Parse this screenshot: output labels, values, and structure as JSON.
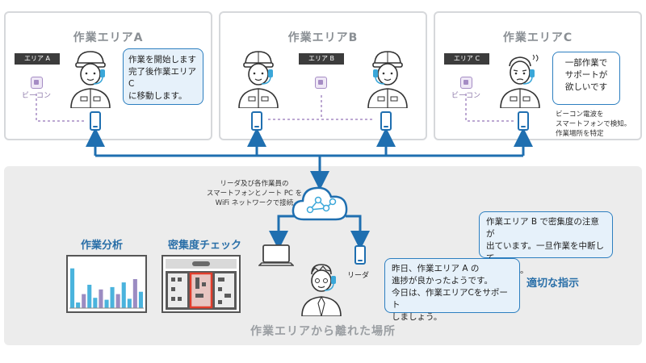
{
  "areas": [
    {
      "title": "作業エリアA",
      "tag": "エリア A",
      "beacon": "ビーコン",
      "bubble_lines": [
        "作業を開始します",
        "完了後作業エリアC",
        "に移動します。"
      ]
    },
    {
      "title": "作業エリアB",
      "tag": "エリア B"
    },
    {
      "title": "作業エリアC",
      "tag": "エリア C",
      "beacon": "ビーコン",
      "bubble_lines": [
        "一部作業で",
        "サポートが",
        "欲しいです"
      ],
      "note_lines": [
        "ビーコン電波を",
        "スマートフォンで検知。",
        "作業場所を特定"
      ]
    }
  ],
  "cloud_note_lines": [
    "リーダ及び各作業員の",
    "スマートフォンとノート PC を",
    "WiFi ネットワークで接続"
  ],
  "leader_label": "リーダ",
  "analysis_label": "作業分析",
  "density_label": "密集度チェック",
  "instruction_label": "適切な指示",
  "bubble_warning_lines": [
    "作業エリア B で密集度の注意が",
    "出ています。一旦作業を中断して",
    "ください。"
  ],
  "bubble_support_lines": [
    "昨日、作業エリア A の",
    "進捗が良かったようです。",
    "今日は、作業エリアCをサポート",
    "しましょう。"
  ],
  "remote_title": "作業エリアから離れた場所",
  "chart_bars": [
    0.85,
    0.12,
    0.3,
    0.5,
    0.22,
    0.4,
    0.18,
    0.45,
    0.3,
    0.55,
    0.2,
    0.62,
    0.35
  ],
  "colors": {
    "accent": "#1f6fb0",
    "bar": "#4ab3dd",
    "bar_alt": "#9b8cc2",
    "highlight": "#e23d2b"
  }
}
